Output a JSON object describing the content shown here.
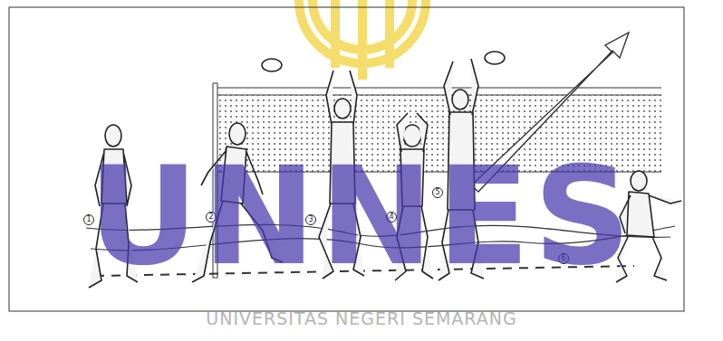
{
  "diagram": {
    "labels": [
      "1",
      "2",
      "3",
      "4",
      "5",
      "6",
      "UNNES",
      "UNIVERSITAS NEGERI SEMARANG"
    ]
  }
}
